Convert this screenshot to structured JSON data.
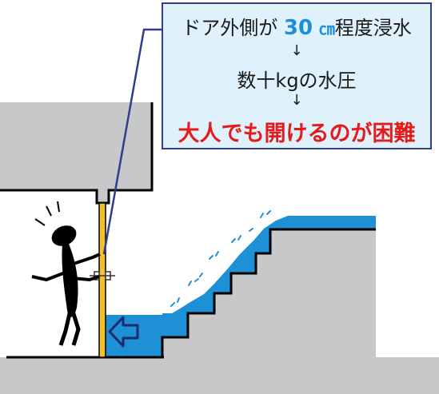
{
  "callout": {
    "line1_pre": "ドア外側が",
    "line1_value": "30",
    "line1_unit": "㎝",
    "line1_post": "程度浸水",
    "arrow1": "↓",
    "line2": "数十kgの水圧",
    "arrow2": "↓",
    "line3": "大人でも開けるのが困難"
  },
  "colors": {
    "water": "#1e90d6",
    "wall": "#c7c8ca",
    "door": "#f2c22b",
    "warning_text": "#e51a1a",
    "highlight_text": "#1d8fd6",
    "callout_bg": "#dff1fb",
    "callout_border": "#2f3d8f"
  }
}
